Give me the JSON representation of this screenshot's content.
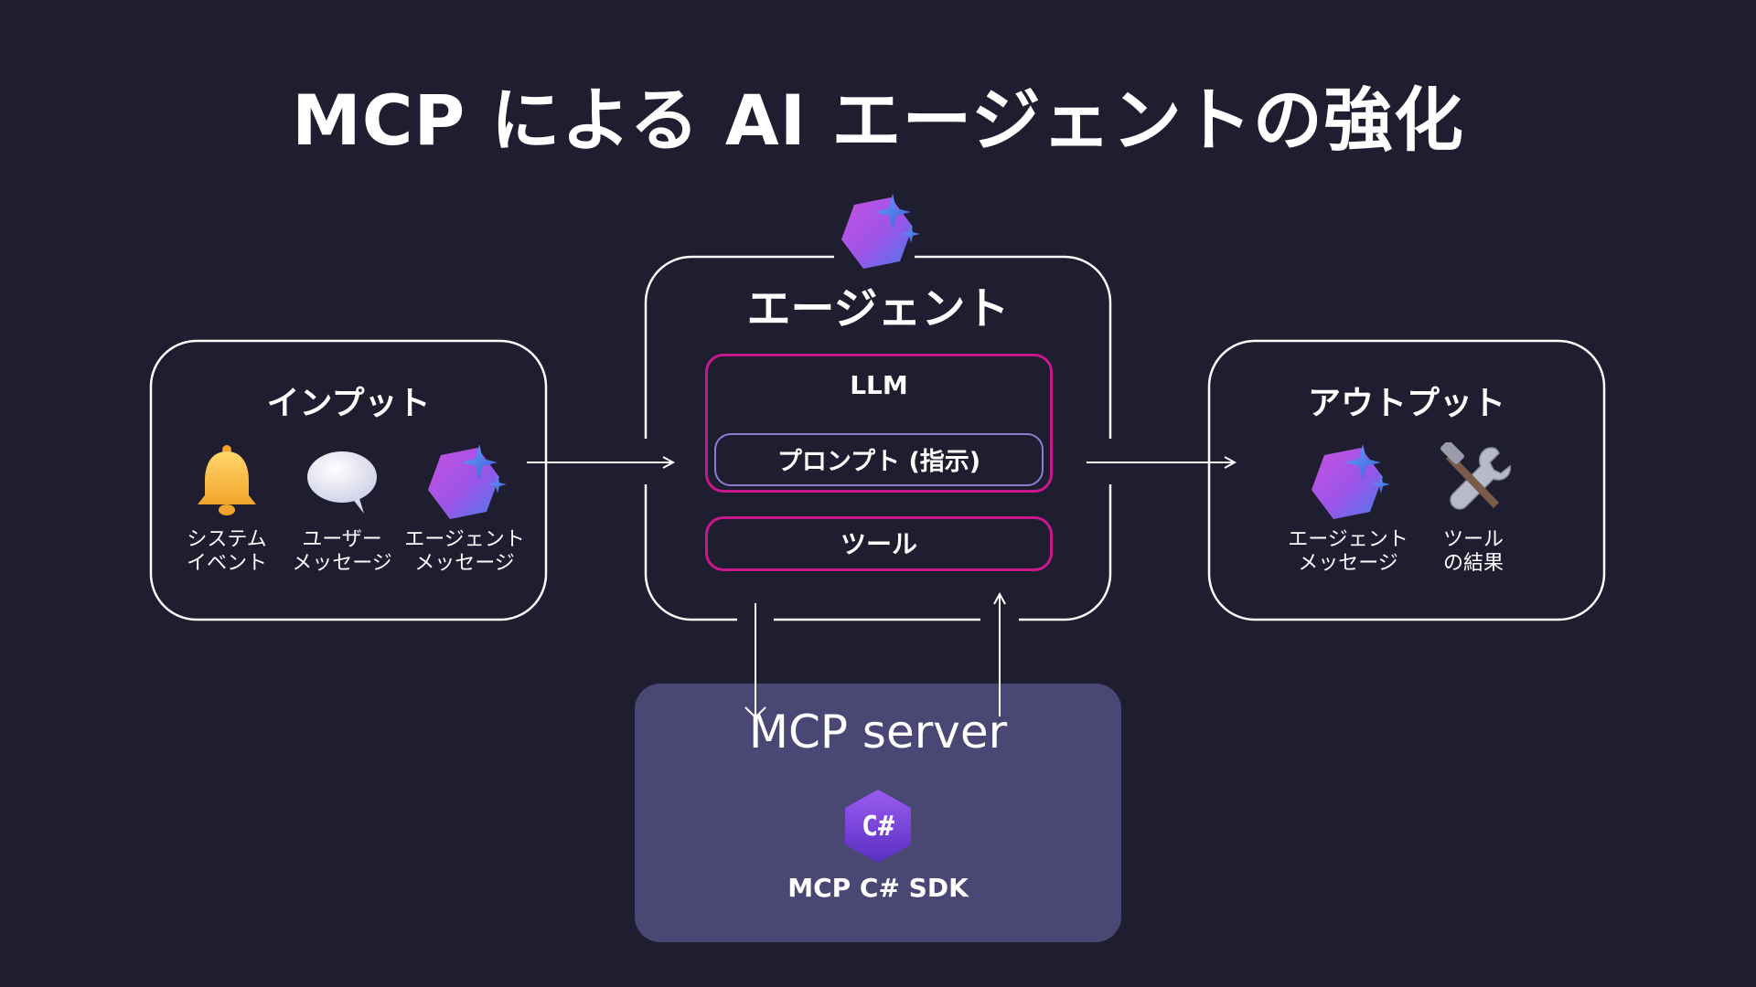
{
  "title": "MCP による AI エージェントの強化",
  "input": {
    "title": "インプット",
    "items": [
      {
        "icon": "bell-icon",
        "label": "システム\nイベント"
      },
      {
        "icon": "speech-bubble-icon",
        "label": "ユーザー\nメッセージ"
      },
      {
        "icon": "agent-hexagon-icon",
        "label": "エージェント\nメッセージ"
      }
    ]
  },
  "agent": {
    "title": "エージェント",
    "llm": "LLM",
    "prompt": "プロンプト (指示)",
    "tool": "ツール"
  },
  "output": {
    "title": "アウトプット",
    "items": [
      {
        "icon": "agent-hexagon-icon",
        "label": "エージェント\nメッセージ"
      },
      {
        "icon": "tools-icon",
        "label": "ツール\nの結果"
      }
    ]
  },
  "mcp": {
    "server_label": "MCP server",
    "sdk_icon": "csharp-icon",
    "sdk_label": "MCP C# SDK"
  },
  "colors": {
    "background": "#1f1d30",
    "llm_border": "#c8188c",
    "prompt_border": "#8b7fd4",
    "mcp_panel": "#4a4775"
  }
}
